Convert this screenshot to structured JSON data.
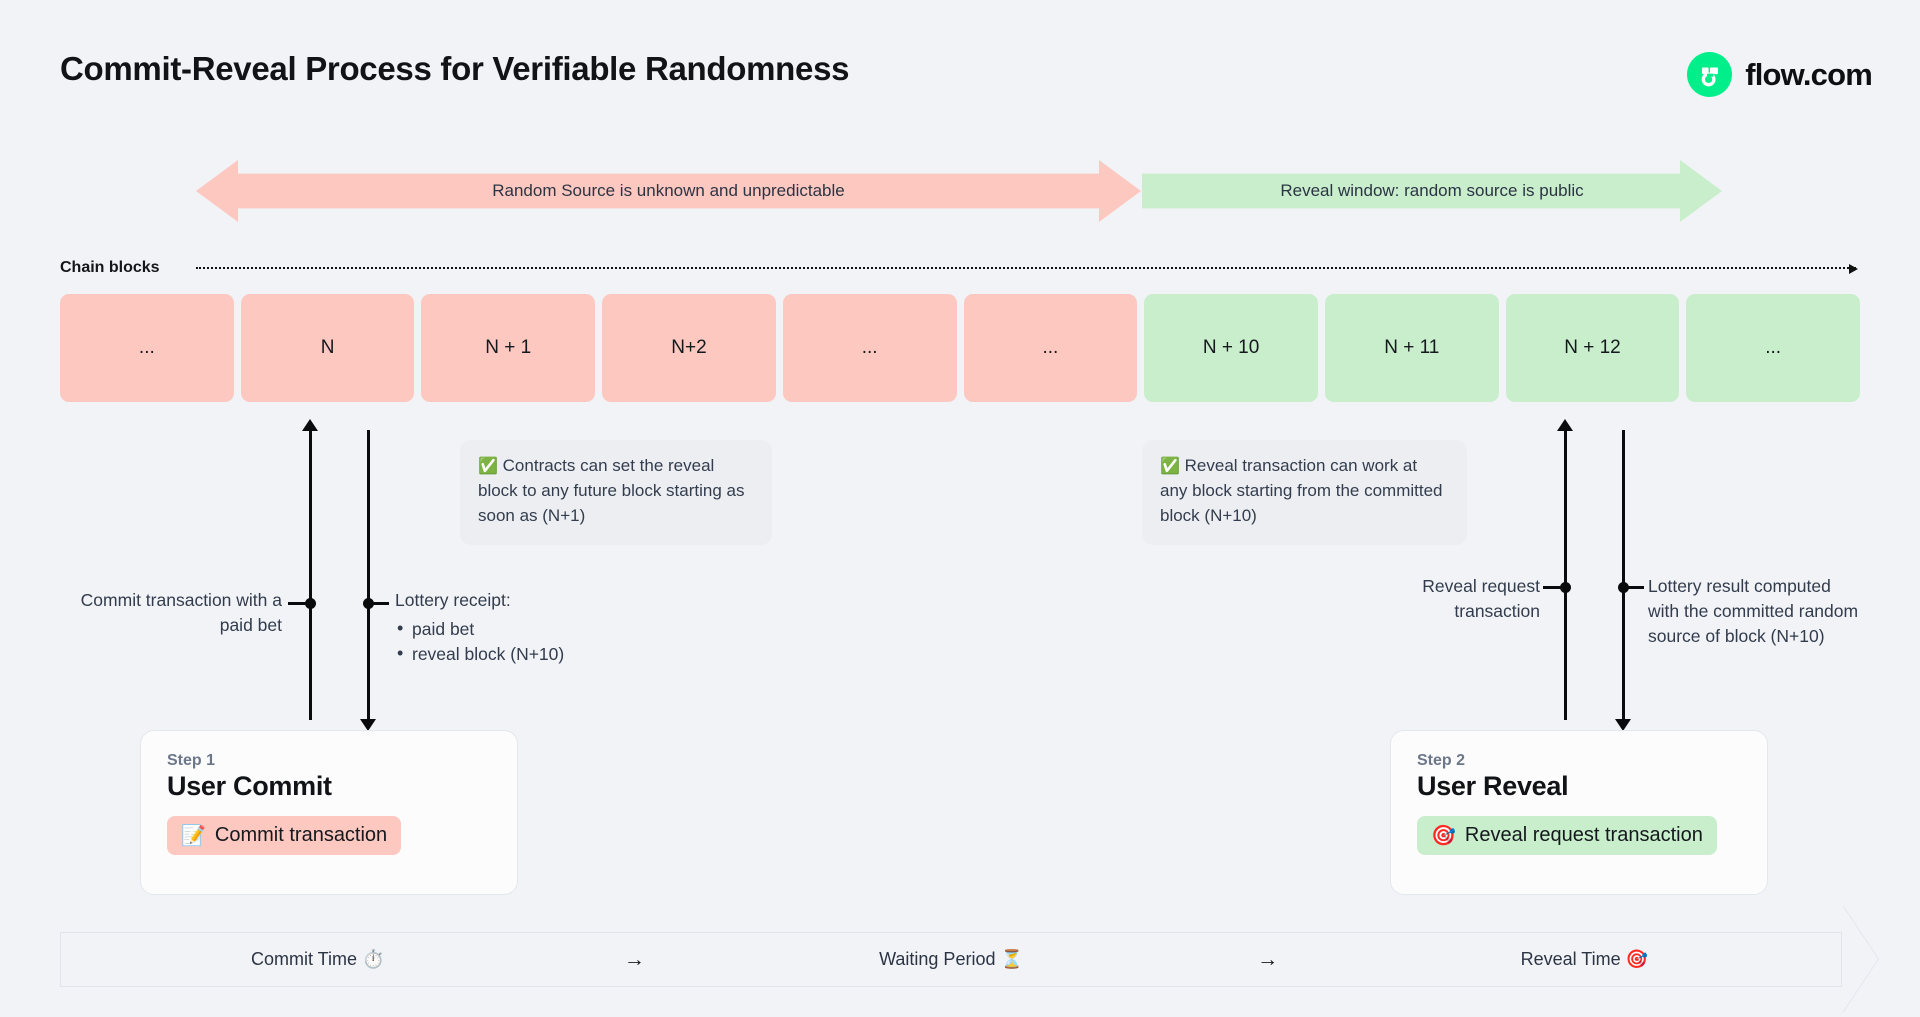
{
  "page": {
    "title": "Commit-Reveal Process for Verifiable Randomness"
  },
  "brand": {
    "name": "flow.com",
    "logo_icon": "flow-logo-icon",
    "accent": "#00ef8b"
  },
  "phases": {
    "unknown": {
      "label": "Random Source is unknown and unpredictable",
      "color": "#fcc8c0"
    },
    "reveal": {
      "label": "Reveal window: random source is public",
      "color": "#c8eecc"
    }
  },
  "chain": {
    "label": "Chain blocks",
    "blocks": [
      {
        "label": "...",
        "state": "pink"
      },
      {
        "label": "N",
        "state": "pink"
      },
      {
        "label": "N + 1",
        "state": "pink"
      },
      {
        "label": "N+2",
        "state": "pink"
      },
      {
        "label": "...",
        "state": "pink"
      },
      {
        "label": "...",
        "state": "pink"
      },
      {
        "label": "N + 10",
        "state": "green"
      },
      {
        "label": "N + 11",
        "state": "green"
      },
      {
        "label": "N + 12",
        "state": "green"
      },
      {
        "label": "...",
        "state": "green"
      }
    ]
  },
  "callouts": {
    "commit": {
      "icon": "✅",
      "text": "Contracts can set the reveal block to any future block starting as soon as (N+1)"
    },
    "reveal": {
      "icon": "✅",
      "text": "Reveal transaction can work at any block starting from the committed block (N+10)"
    }
  },
  "annotations": {
    "commit_tx": "Commit transaction with a paid bet",
    "receipt_title": "Lottery receipt:",
    "receipt_items": [
      "paid bet",
      "reveal block (N+10)"
    ],
    "reveal_request": "Reveal request transaction",
    "lottery_result": "Lottery result computed with the committed random source of block (N+10)"
  },
  "steps": [
    {
      "kicker": "Step 1",
      "title": "User Commit",
      "badge_icon": "📝",
      "badge_label": "Commit transaction",
      "badge_color": "pink"
    },
    {
      "kicker": "Step 2",
      "title": "User Reveal",
      "badge_icon": "🎯",
      "badge_label": "Reveal request transaction",
      "badge_color": "green"
    }
  ],
  "timeline": {
    "segments": [
      "Commit Time ⏱️",
      "Waiting Period ⏳",
      "Reveal Time 🎯"
    ],
    "arrow": "→"
  }
}
